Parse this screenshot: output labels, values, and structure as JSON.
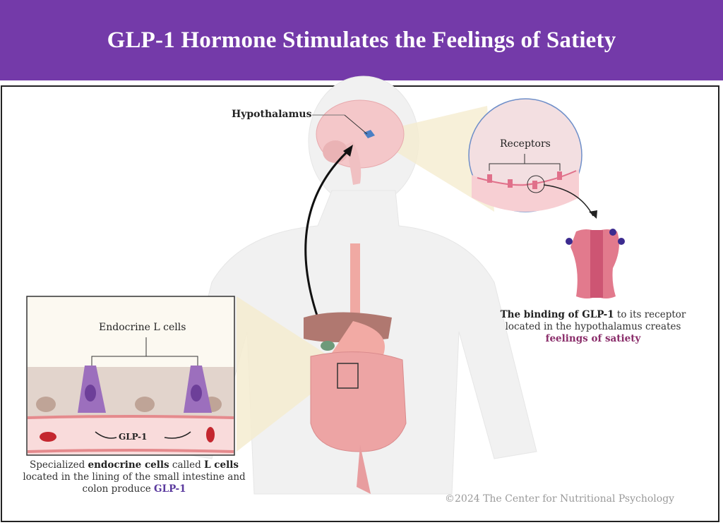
{
  "header": {
    "title": "GLP-1 Hormone Stimulates the Feelings of Satiety",
    "background": "#743aa9"
  },
  "labels": {
    "hypothalamus": "Hypothalamus",
    "receptors": "Receptors",
    "endocrine_l_cells": "Endocrine L cells",
    "glp1": "GLP-1"
  },
  "caption_left": {
    "p1": "Specialized ",
    "b1": "endocrine cells",
    "p2": " called ",
    "b2": "L cells",
    "p3": " located in the lining of the small intestine and colon produce ",
    "hl": "GLP-1"
  },
  "caption_right": {
    "b1": "The binding of GLP-1",
    "p1": " to its receptor located in the hypothalamus creates ",
    "hl": "feelings of satiety"
  },
  "footer": {
    "copyright": "©2024 The Center for Nutritional Psychology"
  },
  "colors": {
    "accent_purple": "#743aa9",
    "glp_purple": "#5b3a9e",
    "satiety_magenta": "#8a2d6a",
    "receptor_pink": "#e0708a"
  }
}
